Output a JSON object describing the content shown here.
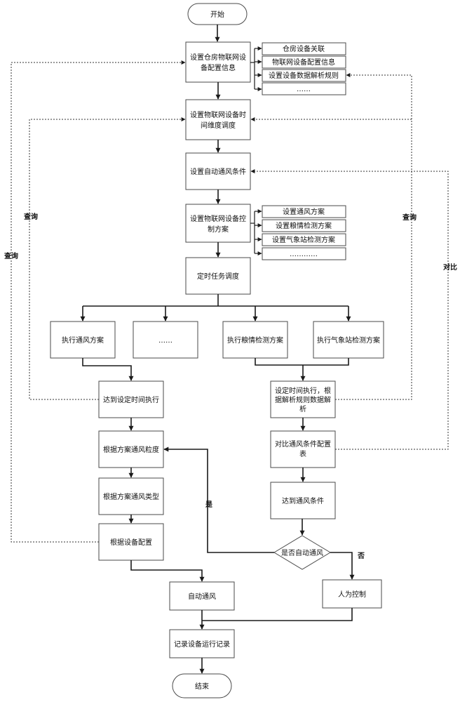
{
  "nodes": {
    "start": "开始",
    "set_config": [
      "设置仓房物联网设",
      "备配置信息"
    ],
    "cfg_1": "仓房设备关联",
    "cfg_2": "物联网设备配置信息",
    "cfg_3": "设置设备数据解析规则",
    "cfg_4": "……",
    "set_time": [
      "设置物联网设备时",
      "间维度调度"
    ],
    "set_auto": "设置自动通风条件",
    "set_ctrl": [
      "设置物联网设备控",
      "制方案"
    ],
    "ctrl_1": "设置通风方案",
    "ctrl_2": "设置粮情检测方案",
    "ctrl_3": "设置气象站检测方案",
    "ctrl_4": "…………",
    "timer": "定时任务调度",
    "exec_vent": "执行通风方案",
    "exec_dots": "……",
    "exec_grain": "执行粮情检测方案",
    "exec_weather": "执行气象站检测方案",
    "reach_time": "达到设定时间执行",
    "parse": [
      "设定时间执行，根",
      "据解析规则数据解",
      "析"
    ],
    "granularity": "根据方案通风粒度",
    "compare": [
      "对比通风条件配置",
      "表"
    ],
    "vent_type": "根据方案通风类型",
    "reach_cond": "达到通风条件",
    "dev_cfg": "根据设备配置",
    "decision": "是否自动通风",
    "auto_vent": "自动通风",
    "manual": "人为控制",
    "record": "记录设备运行记录",
    "end": "结束"
  },
  "labels": {
    "query_outer": "查询",
    "query_inner": "查询",
    "query_right": "查询",
    "compare_right": "对比",
    "yes": "是",
    "no": "否"
  },
  "colors": {
    "line": "#1a1a1a",
    "box_border": "#4a4a4a",
    "background": "#ffffff"
  }
}
